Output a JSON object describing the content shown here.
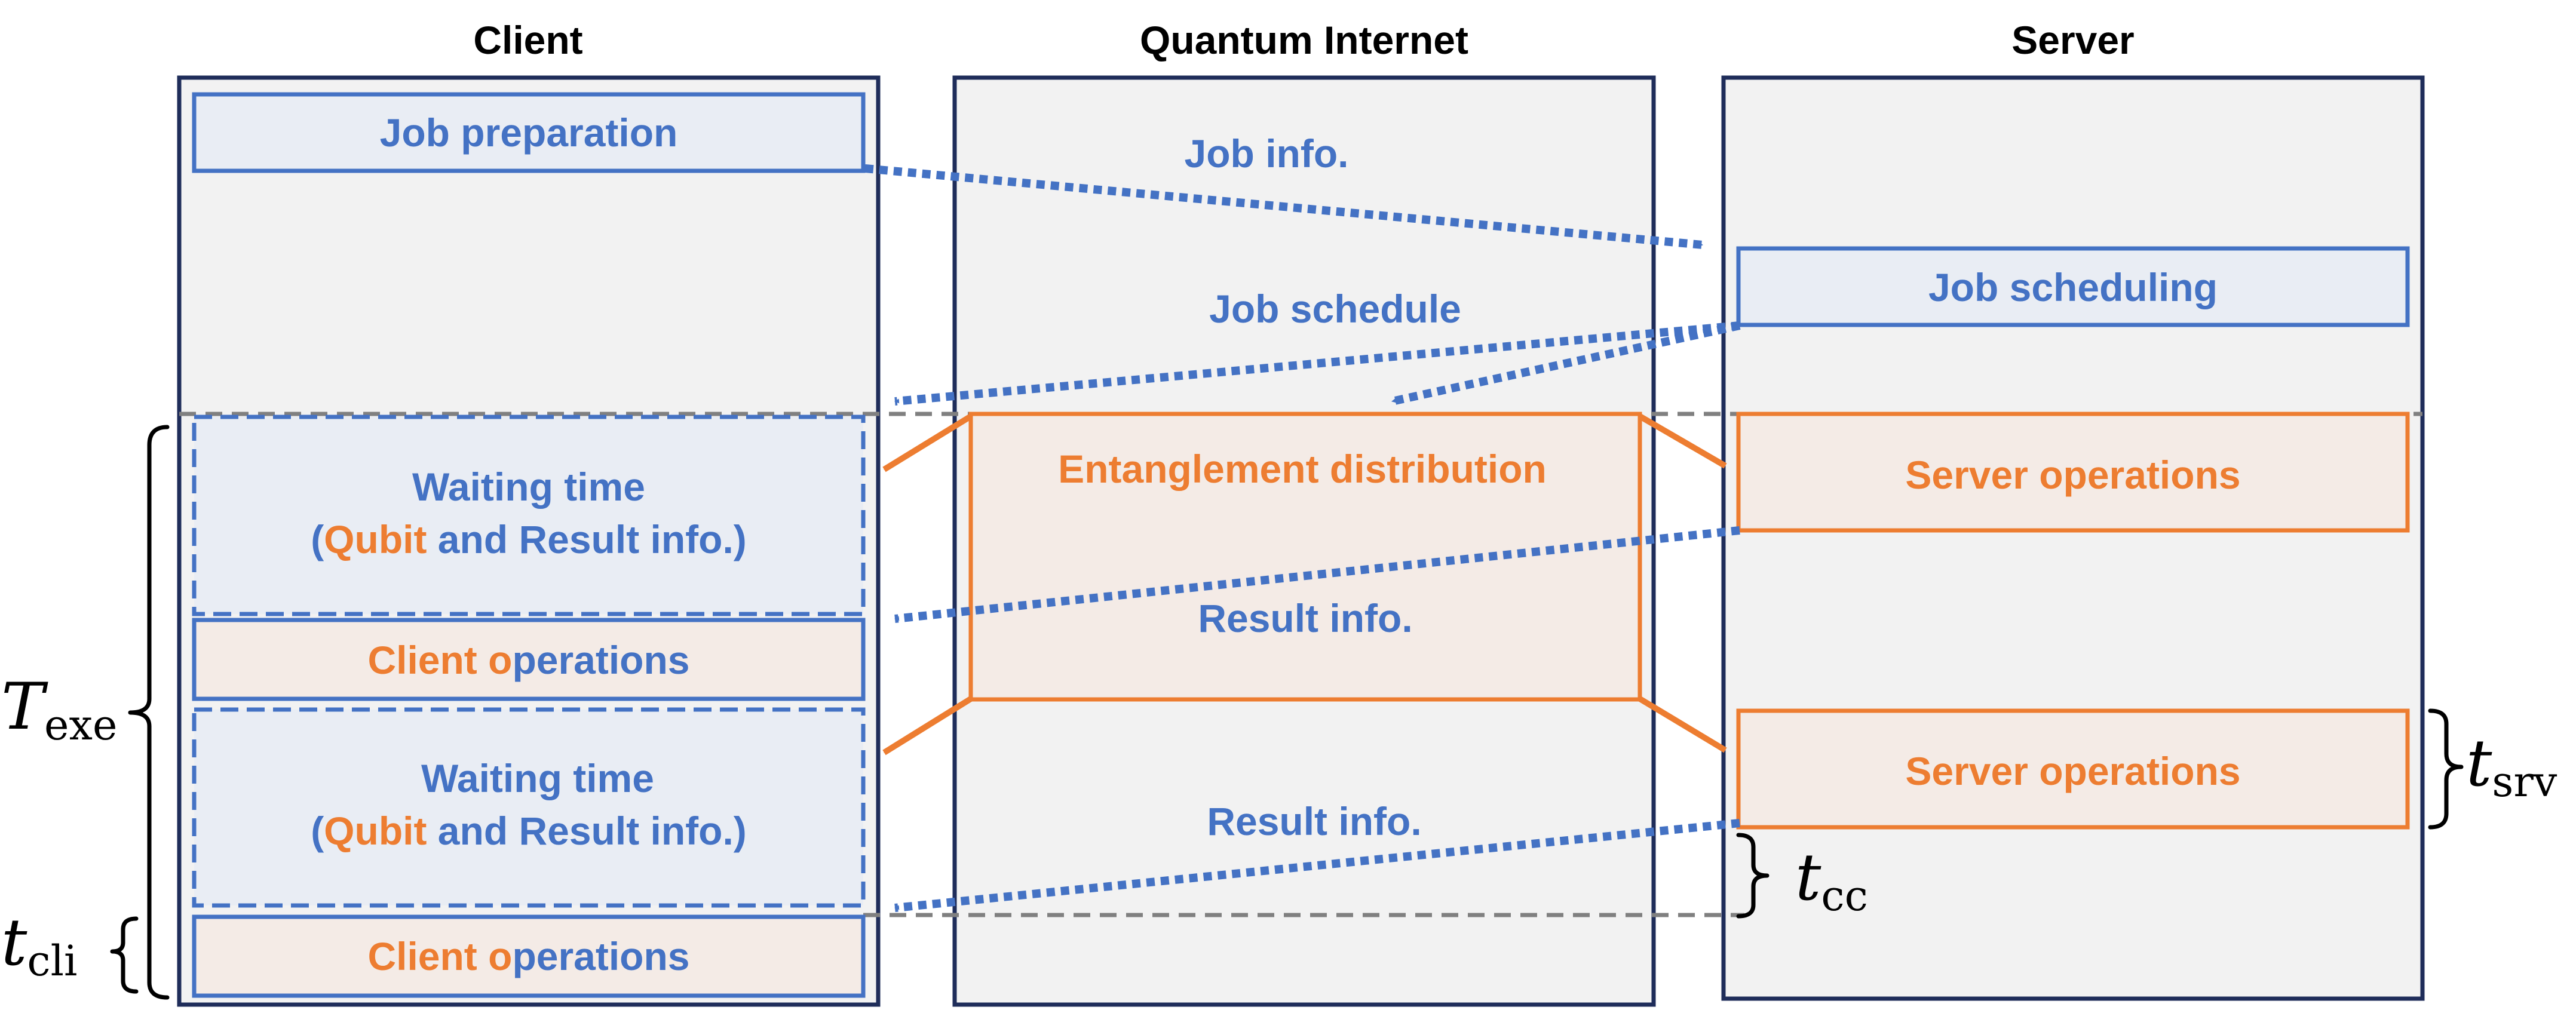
{
  "headers": {
    "client": "Client",
    "quantum_internet": "Quantum Internet",
    "server": "Server"
  },
  "boxes": {
    "job_preparation": "Job preparation",
    "job_scheduling": "Job scheduling",
    "entanglement_distribution": "Entanglement distribution",
    "server_operations_1": "Server operations",
    "server_operations_2": "Server operations",
    "waiting_1": {
      "line1": "Waiting time",
      "open_paren": "(",
      "qubit": "Qubit",
      "rest": " and Result info.)"
    },
    "waiting_2": {
      "line1": "Waiting time",
      "open_paren": "(",
      "qubit": "Qubit",
      "rest": " and Result info.)"
    },
    "client_ops_1": {
      "orange": "Client o",
      "blue": "perations"
    },
    "client_ops_2": {
      "orange": "Client o",
      "blue": "perations"
    }
  },
  "messages": {
    "job_info": "Job info.",
    "job_schedule": "Job schedule",
    "result_info_1": "Result info.",
    "result_info_2": "Result info."
  },
  "timing": {
    "t_exe": {
      "main": "T",
      "sub": "exe"
    },
    "t_cli": {
      "main": "t",
      "sub": "cli"
    },
    "t_srv": {
      "main": "t",
      "sub": "srv"
    },
    "t_cc": {
      "main": "t",
      "sub": "cc"
    }
  },
  "colors": {
    "navy_border": "#1f2d5a",
    "blue": "#4472c4",
    "orange": "#ed7d31",
    "column_fill": "#f2f2f2",
    "blue_fill": "#e9edf4",
    "orange_fill": "#f4ebe6",
    "gray_dash": "#808080"
  }
}
